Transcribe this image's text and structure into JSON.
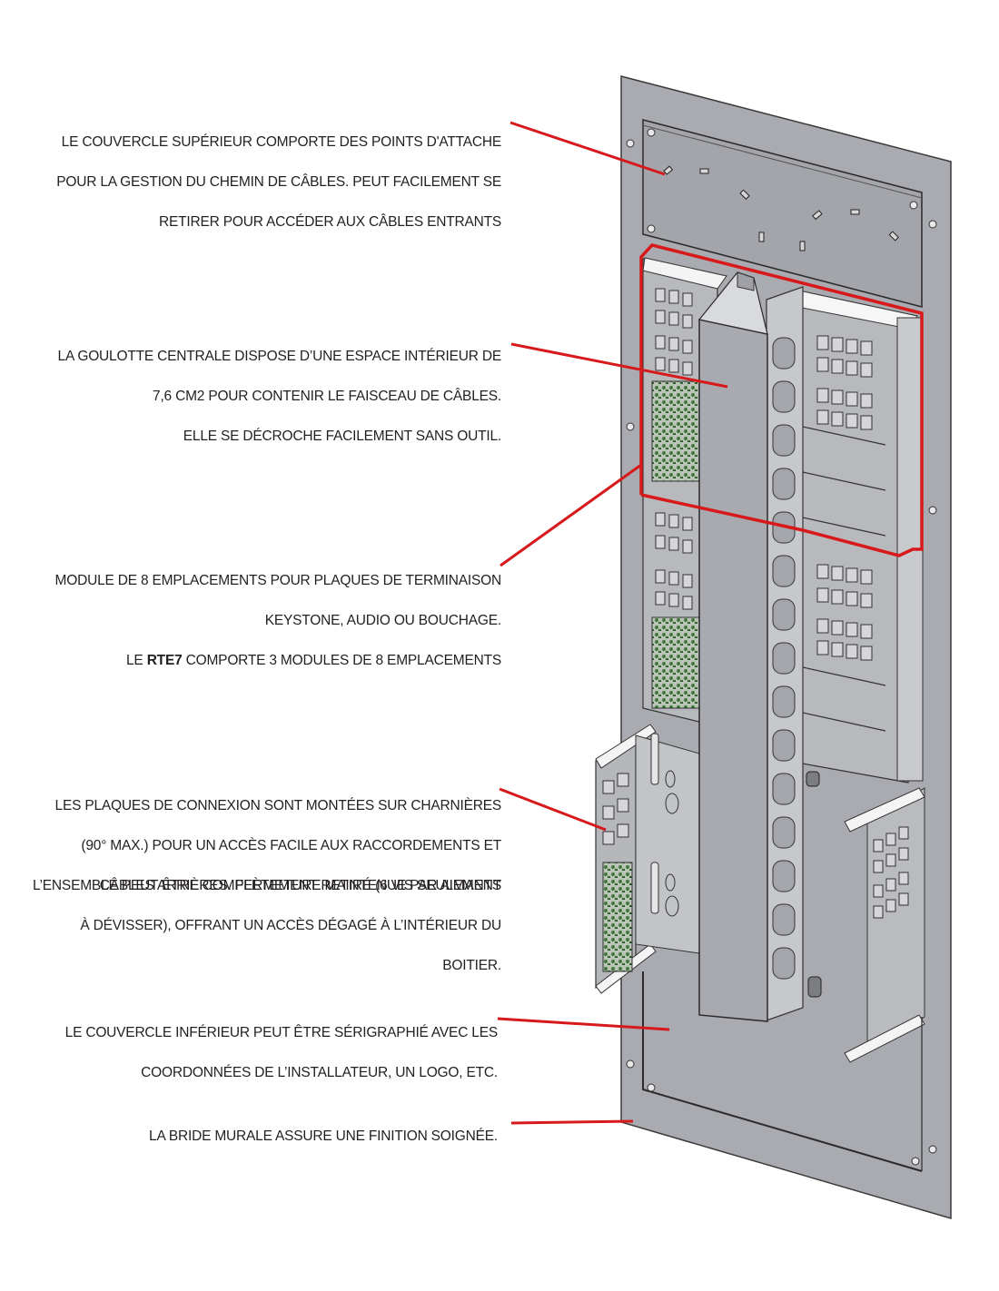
{
  "title": "Boîtier RTE7 — vue éclatée annotée",
  "colors": {
    "callout_line": "#d7191c",
    "panel_fill": "#a9abb0",
    "panel_light": "#c4c6ca",
    "panel_white": "#f2f2f2",
    "outline": "#3a3a3a",
    "pcb_green": "#3f7a3c",
    "text": "#231f20"
  },
  "callouts": [
    {
      "id": "top-cover",
      "lines": [
        "LE COUVERCLE SUPÉRIEUR COMPORTE DES POINTS D'ATTACHE",
        "POUR LA GESTION DU CHEMIN DE CÂBLES.  PEUT FACILEMENT SE",
        "RETIRER POUR ACCÉDER AUX CÂBLES ENTRANTS"
      ]
    },
    {
      "id": "central-duct",
      "lines": [
        "LA GOULOTTE CENTRALE DISPOSE D’UNE ESPACE INTÉRIEUR DE",
        "7,6 CM2 POUR CONTENIR LE FAISCEAU DE CÂBLES.",
        "ELLE SE DÉCROCHE FACILEMENT SANS OUTIL."
      ]
    },
    {
      "id": "module-8-slots",
      "lines": [
        "MODULE DE 8 EMPLACEMENTS POUR PLAQUES DE TERMINAISON",
        "KEYSTONE, AUDIO OU BOUCHAGE."
      ],
      "line3_prefix": "LE ",
      "line3_bold": "RTE7",
      "line3_suffix": " COMPORTE 3 MODULES DE 8 EMPLACEMENTS"
    },
    {
      "id": "hinged-plates",
      "lines": [
        "LES PLAQUES DE CONNEXION SONT MONTÉES SUR CHARNIÈRES",
        "(90° MAX.) POUR UN ACCÈS FACILE AUX RACCORDEMENTS ET",
        "CÂBLES ARRIÈRES. FERMETURE MAINTENUE PAR AIMANTS"
      ]
    },
    {
      "id": "removable-assembly",
      "lines": [
        "L’ENSEMBLE PEUT ÊTRE COMPLÈTEMENT RETIRÉ (6 VIS SEULEMENT",
        "À DÉVISSER), OFFRANT UN ACCÈS DÉGAGÉ À L’INTÉRIEUR DU",
        "BOITIER."
      ]
    },
    {
      "id": "bottom-cover",
      "lines": [
        "LE COUVERCLE INFÉRIEUR PEUT ÊTRE SÉRIGRAPHIÉ AVEC LES",
        "COORDONNÉES DE L’INSTALLATEUR, UN LOGO, ETC."
      ]
    },
    {
      "id": "wall-flange",
      "lines": [
        "LA BRIDE MURALE ASSURE UNE FINITION SOIGNÉE."
      ]
    }
  ]
}
